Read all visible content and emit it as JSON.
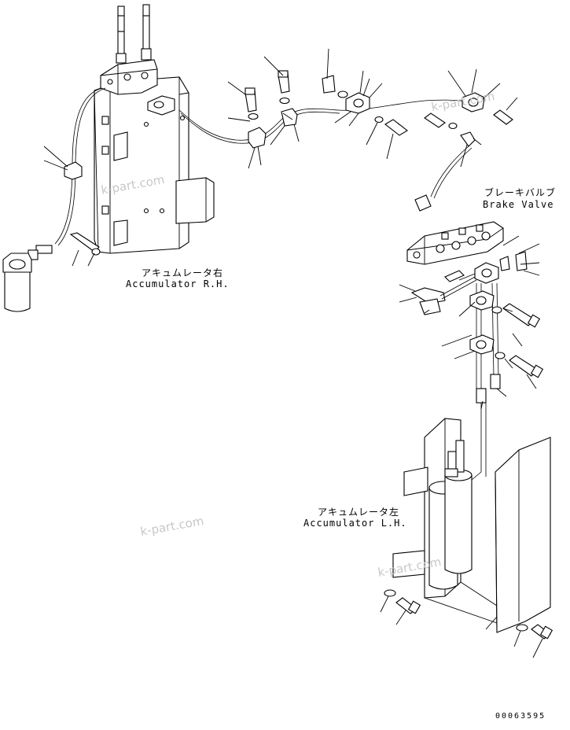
{
  "labels": {
    "accumulator_rh_jp": "アキュムレータ右",
    "accumulator_rh_en": "Accumulator R.H.",
    "brake_valve_jp": "ブレーキバルブ",
    "brake_valve_en": "Brake Valve",
    "accumulator_lh_jp": "アキュムレータ左",
    "accumulator_lh_en": "Accumulator L.H."
  },
  "watermarks": [
    "k-part.com",
    "k-part.com",
    "k-part.com",
    "k-part.com"
  ],
  "drawing_code": "00063595"
}
